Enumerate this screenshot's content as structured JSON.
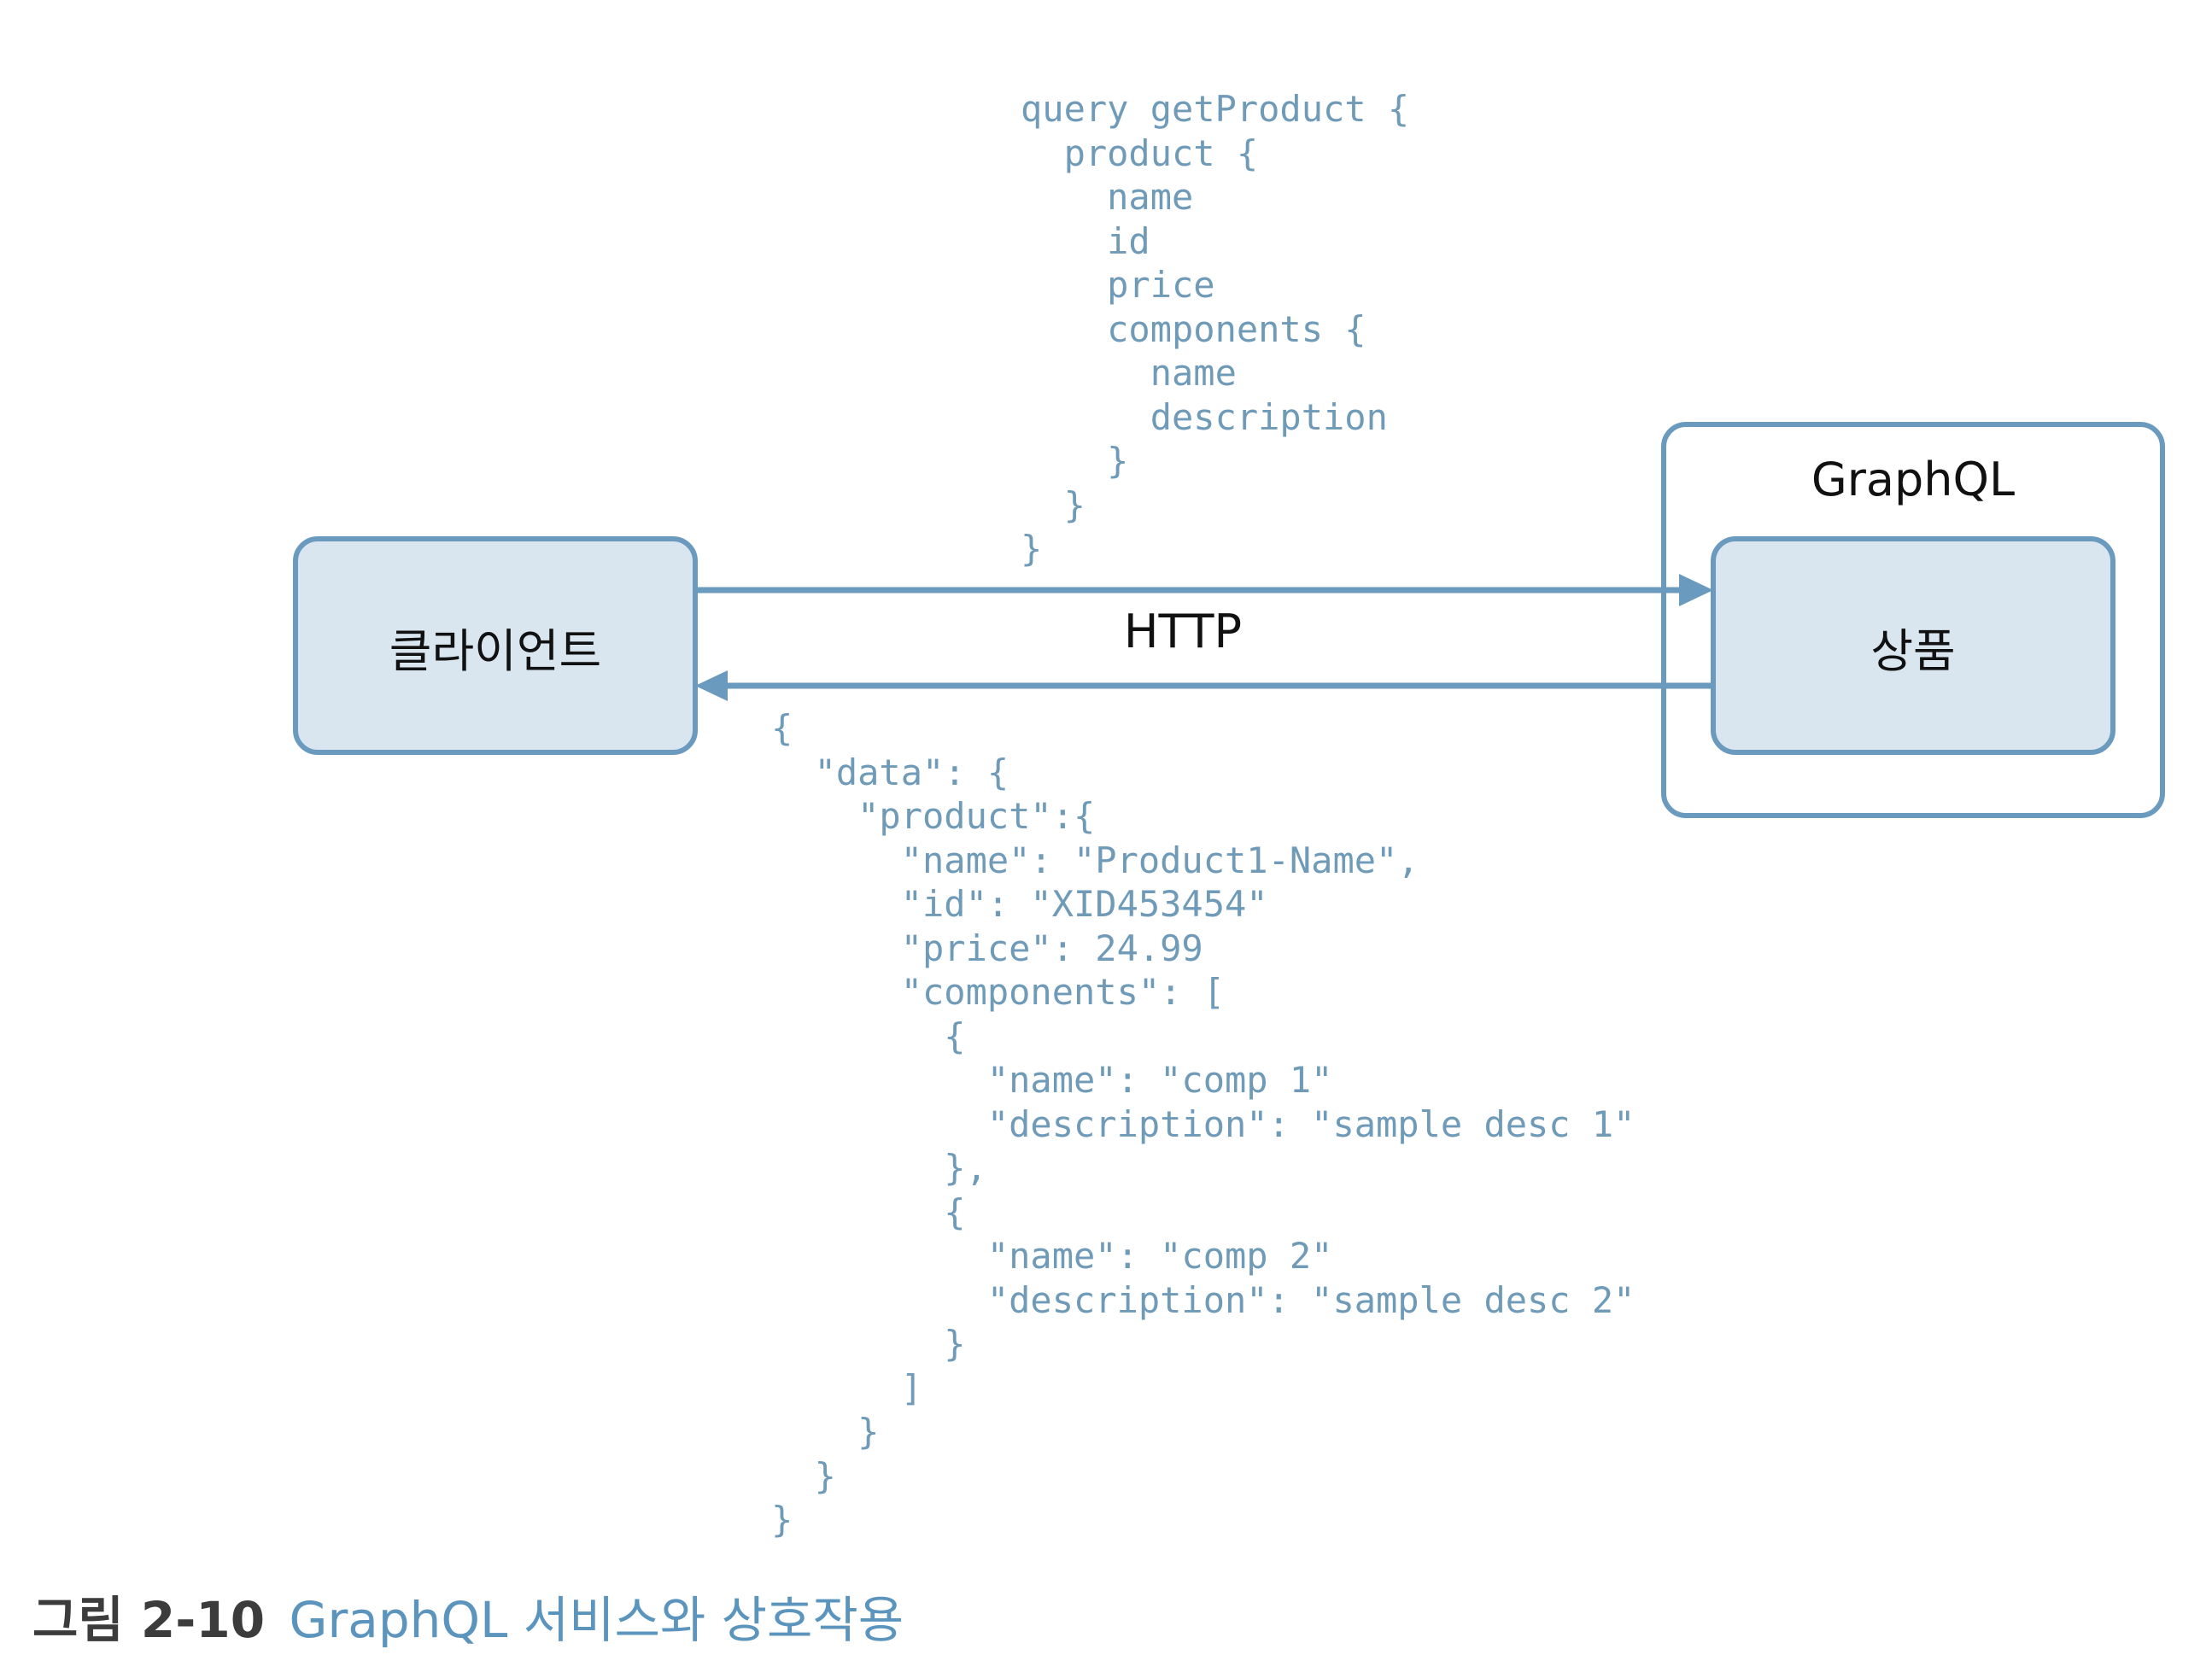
{
  "nodes": {
    "client": "클라이언트",
    "graphql_service": "GraphQL",
    "product": "상품"
  },
  "edge_label": "HTTP",
  "query_code": "query getProduct {\n  product {\n    name\n    id\n    price\n    components {\n      name\n      description\n    }\n  }\n}",
  "response_code": "{\n  \"data\": {\n    \"product\":{\n      \"name\": \"Product1-Name\",\n      \"id\": \"XID453454\"\n      \"price\": 24.99\n      \"components\": [\n        {\n          \"name\": \"comp 1\"\n          \"description\": \"sample desc 1\"\n        },\n        {\n          \"name\": \"comp 2\"\n          \"description\": \"sample desc 2\"\n        }\n      ]\n    }\n  }\n}",
  "caption": {
    "number": "그림 2-10",
    "text": "GraphQL 서비스와 상호작용"
  },
  "colors": {
    "stroke": "#6a9bbe",
    "box_fill": "#d9e5ef",
    "code_text": "#6f9bb8",
    "caption_text": "#5b95bd"
  }
}
